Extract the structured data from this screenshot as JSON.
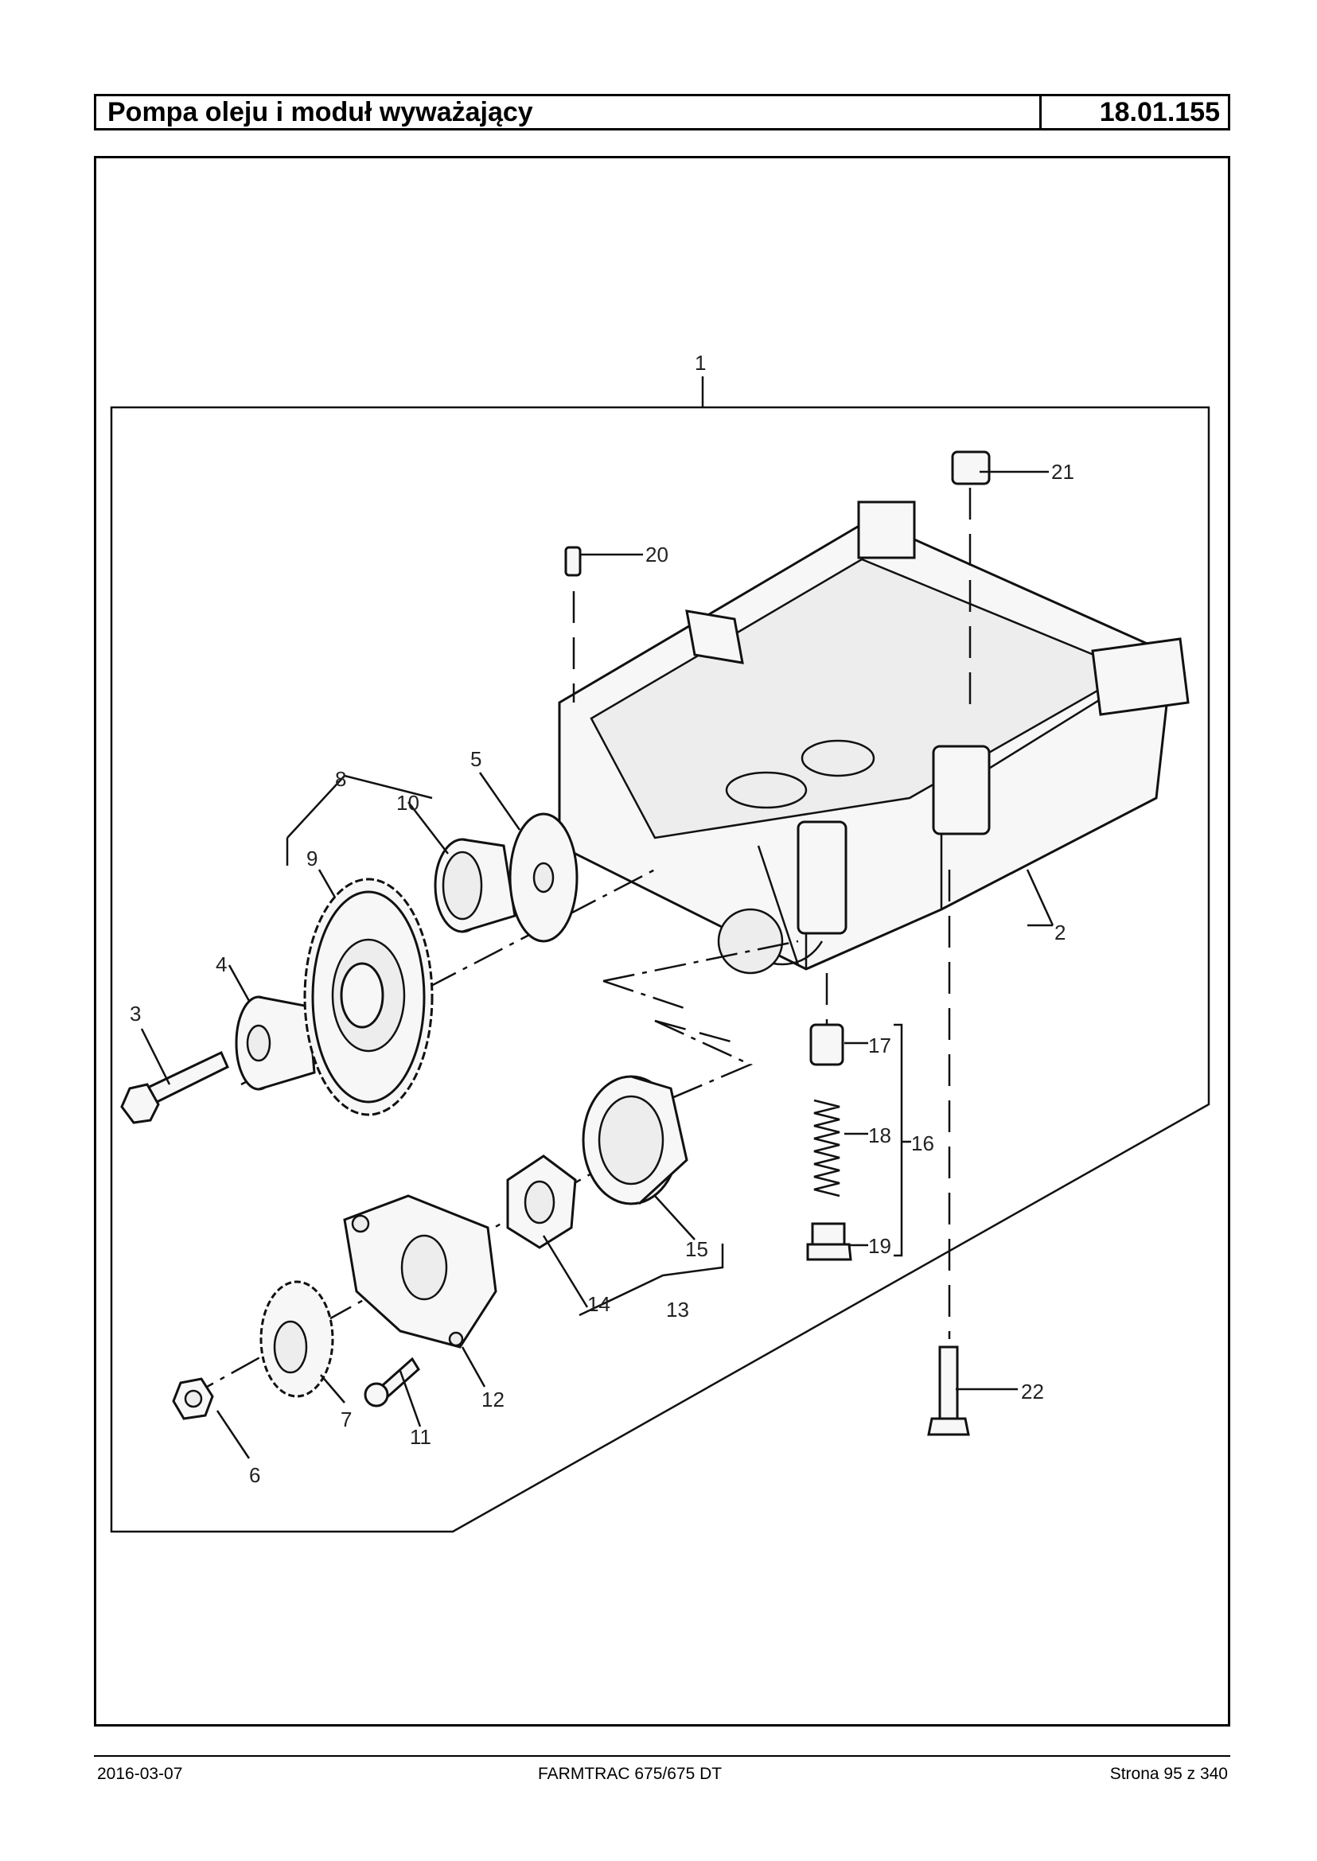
{
  "header": {
    "title": "Pompa oleju i moduł wyważający",
    "code": "18.01.155"
  },
  "callouts": [
    "1",
    "2",
    "3",
    "4",
    "5",
    "6",
    "7",
    "8",
    "9",
    "10",
    "11",
    "12",
    "13",
    "14",
    "15",
    "16",
    "17",
    "18",
    "19",
    "20",
    "21",
    "22"
  ],
  "footer": {
    "date": "2016-03-07",
    "model": "FARMTRAC 675/675 DT",
    "page": "Strona 95 z 340"
  }
}
